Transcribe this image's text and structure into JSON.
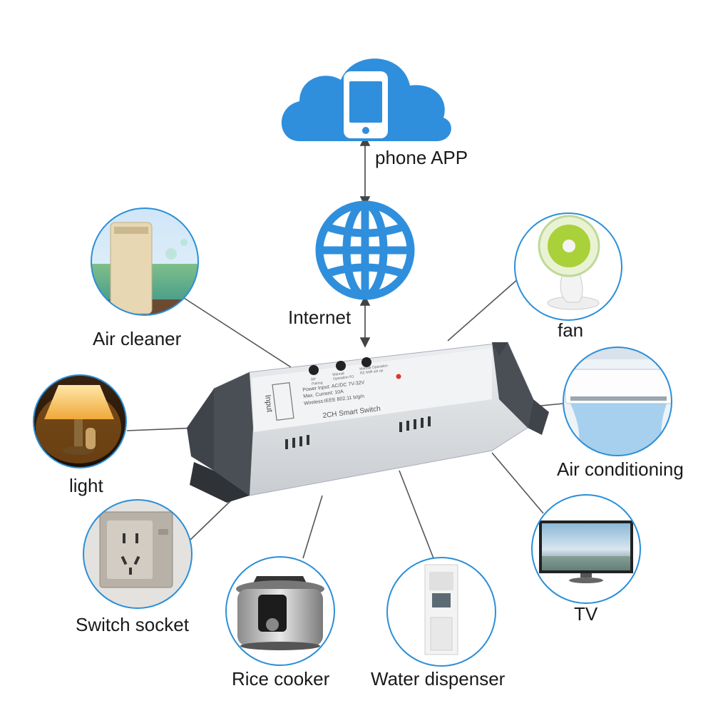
{
  "cloud_label": "phone APP",
  "internet_label": "Internet",
  "colors": {
    "accent_blue": "#2f8fdc",
    "circle_border": "#2b8fd8",
    "line": "#555555"
  },
  "switch_device": {
    "input_label": "Input",
    "name": "2CH Smart Switch",
    "btn_rf": "RF Pairing",
    "btn_op1": "Manual Operation R1",
    "btn_op2": "Manual Operation R2 /Wifi set up",
    "spec_power": "Power Input:  AC/DC 7V-32V",
    "spec_current": "Max. Current:  10A",
    "spec_wireless": "Wireless:IEEE 802.11 b/g/n"
  },
  "appliances": {
    "air_cleaner": "Air cleaner",
    "fan": "fan",
    "light": "light",
    "air_conditioning": "Air conditioning",
    "switch_socket": "Switch socket",
    "tv": "TV",
    "rice_cooker": "Rice cooker",
    "water_dispenser": "Water dispenser"
  }
}
